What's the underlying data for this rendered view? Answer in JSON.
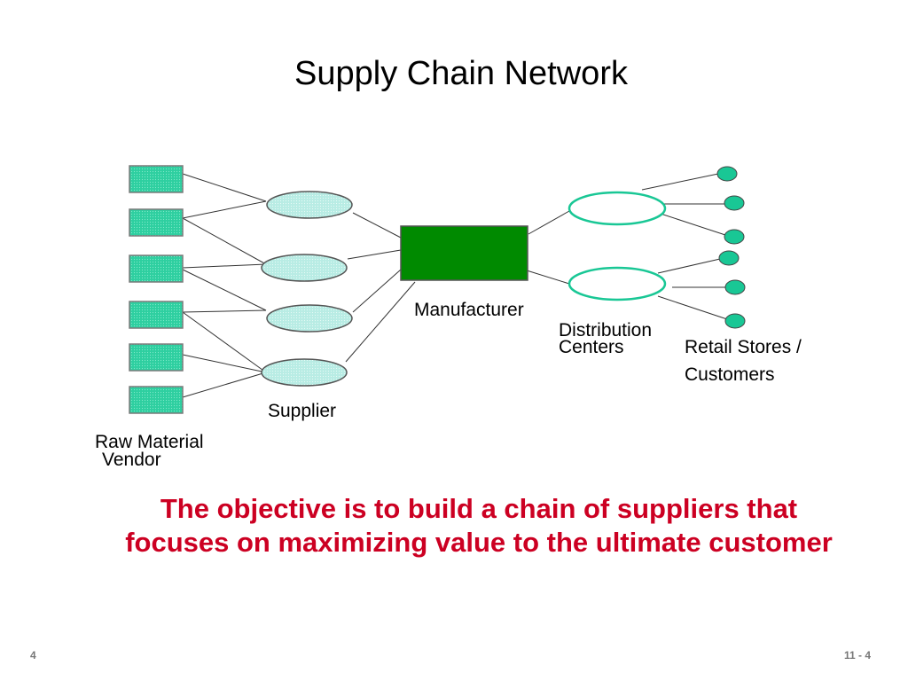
{
  "title": "Supply Chain Network",
  "labels": {
    "raw_material_line1": "Raw Material",
    "raw_material_line2": "Vendor",
    "supplier": "Supplier",
    "manufacturer": "Manufacturer",
    "distribution_line1": "Distribution",
    "distribution_line2": "Centers",
    "retail_line1": "Retail Stores /",
    "retail_line2": "Customers"
  },
  "objective": "The objective is to build a chain of suppliers that focuses on maximizing value to the ultimate customer",
  "footer": {
    "page_number": "4",
    "slide_ref": "11 - 4"
  },
  "colors": {
    "vendor_fill": "#2ecfa0",
    "supplier_fill": "#b8ece4",
    "manufacturer_fill": "#008a00",
    "store_fill": "#19c795",
    "objective_text": "#cc0022"
  }
}
